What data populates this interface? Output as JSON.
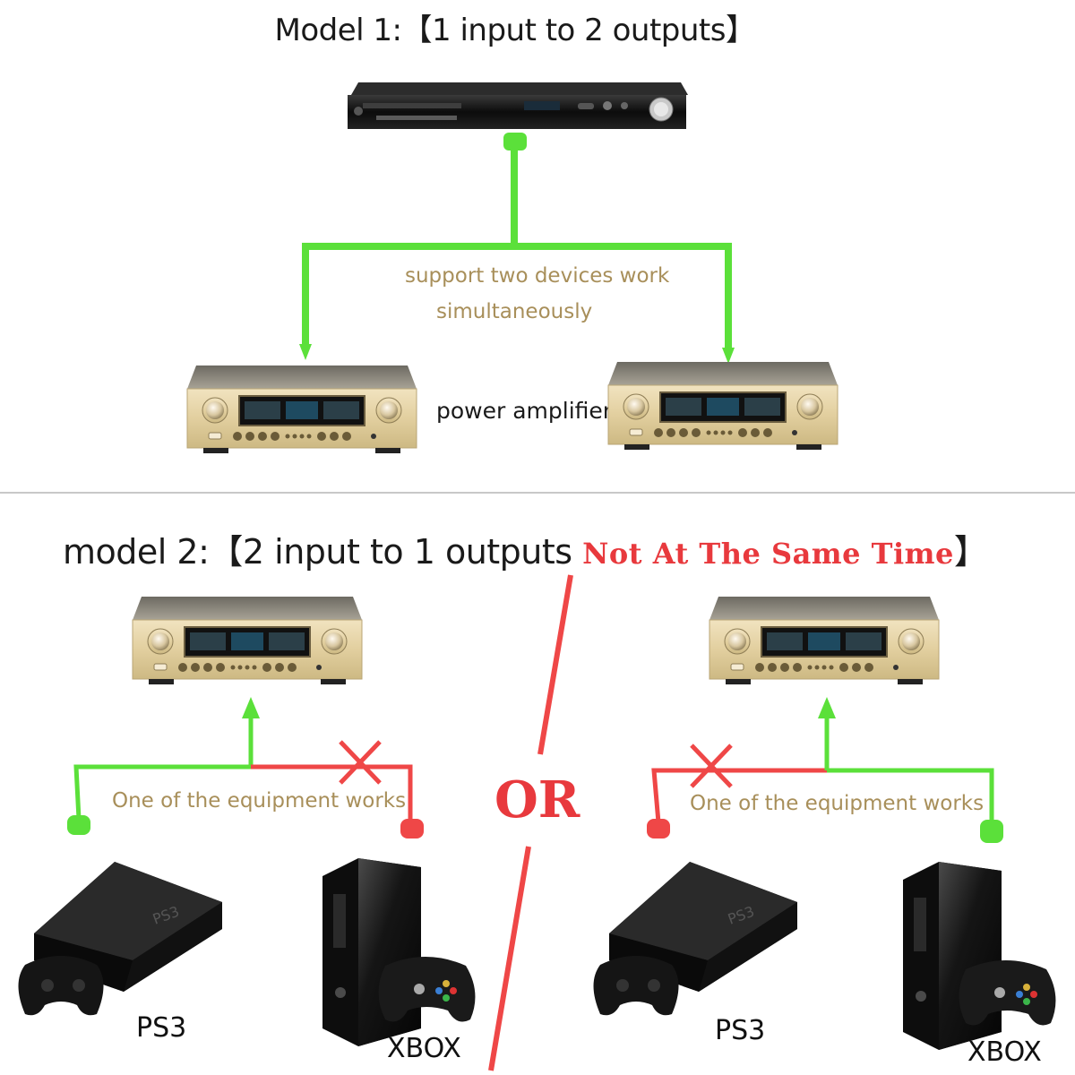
{
  "model1": {
    "title": "Model 1:【1 input to 2 outputs】",
    "note_line1": "support two devices work",
    "note_line2": "simultaneously",
    "amp_label": "power amplifier"
  },
  "model2": {
    "title": "model 2:【2 input to 1 outputs ",
    "warning": "Not At The Same Time",
    "title_end": "】",
    "left_note": "One of the equipment works",
    "right_note": "One of the equipment works",
    "or_label": "OR",
    "left_console": "PS3",
    "left_xbox": "XBOX",
    "right_console": "PS3",
    "right_xbox": "XBOX"
  },
  "colors": {
    "active_line": "#5be03a",
    "blocked_line": "#ef4747",
    "note_text": "#a88f5a",
    "warning_text": "#e8393d"
  }
}
